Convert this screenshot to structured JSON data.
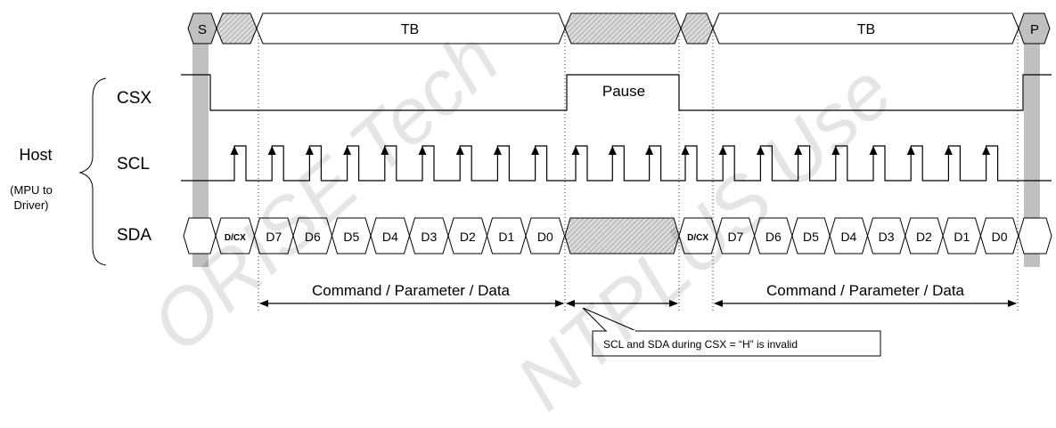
{
  "frame": {
    "start": "S",
    "stop": "P",
    "blocks": [
      "TB",
      "TB"
    ]
  },
  "signals": {
    "host_label": "Host",
    "host_note_line1": "(MPU to",
    "host_note_line2": "Driver)",
    "csx": "CSX",
    "scl": "SCL",
    "sda": "SDA",
    "pause": "Pause"
  },
  "bits": [
    "D/CX",
    "D7",
    "D6",
    "D5",
    "D4",
    "D3",
    "D2",
    "D1",
    "D0"
  ],
  "annotations": {
    "range_label_1": "Command / Parameter / Data",
    "range_label_2": "Command / Parameter / Data",
    "callout": "SCL and SDA during CSX = “H” is invalid"
  },
  "watermarks": [
    "ORISE Tech",
    "NTPLUS Use"
  ],
  "colors": {
    "line": "#000000",
    "gray_bar": "#c0c0c0",
    "hatch_bg": "#dcdcdc",
    "hatch_line": "#9a9a9a",
    "watermark": "rgba(0,0,0,0.10)"
  }
}
